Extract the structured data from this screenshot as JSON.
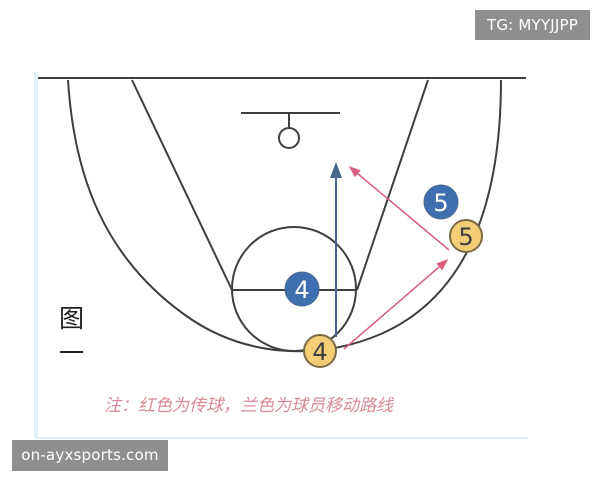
{
  "watermark": {
    "tg": "TG: MYYJJPP",
    "site": "on-ayxsports.com"
  },
  "figure": {
    "caption": "图一",
    "note": "注：红色为传球，兰色为球员移动路线"
  },
  "players": {
    "blue_4": "4",
    "blue_5": "5",
    "yellow_4": "4",
    "yellow_5": "5"
  },
  "colors": {
    "pass_arrow": "#d75f7c",
    "move_arrow": "#46658a",
    "blue_player": "#3f6fae",
    "yellow_player": "#f4ce77",
    "court_line": "#3f3f3f",
    "note_text": "#d88a95"
  }
}
